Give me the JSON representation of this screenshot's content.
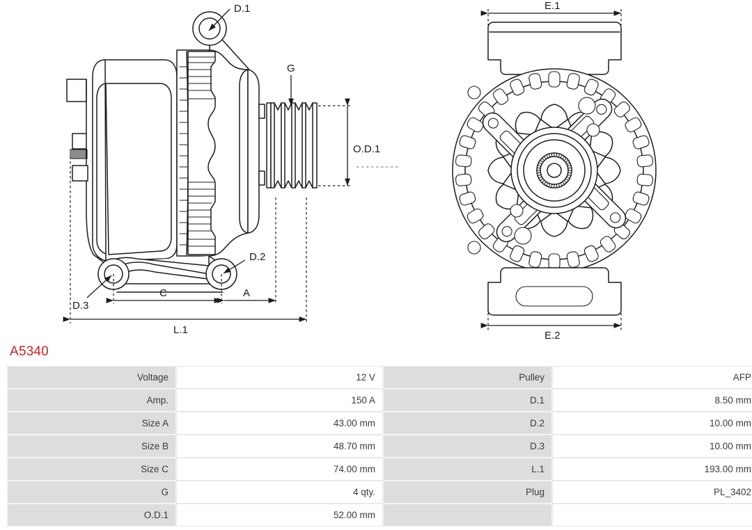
{
  "part": {
    "code": "A5340",
    "code_color": "#c0272d"
  },
  "drawings": {
    "side_view": {
      "name": "alternator-side-view",
      "callouts": [
        {
          "id": "D.1",
          "label": "D.1"
        },
        {
          "id": "G",
          "label": "G"
        },
        {
          "id": "O.D.1",
          "label": "O.D.1"
        },
        {
          "id": "D.2",
          "label": "D.2"
        },
        {
          "id": "D.3",
          "label": "D.3"
        },
        {
          "id": "C",
          "label": "C"
        },
        {
          "id": "A",
          "label": "A"
        },
        {
          "id": "L.1",
          "label": "L.1"
        }
      ]
    },
    "front_view": {
      "name": "alternator-front-view",
      "callouts": [
        {
          "id": "E.1",
          "label": "E.1"
        },
        {
          "id": "E.2",
          "label": "E.2"
        }
      ]
    }
  },
  "spec_table": {
    "rows": [
      {
        "label_left": "Voltage",
        "value_left": "12 V",
        "label_right": "Pulley",
        "value_right": "AFP"
      },
      {
        "label_left": "Amp.",
        "value_left": "150 A",
        "label_right": "D.1",
        "value_right": "8.50 mm"
      },
      {
        "label_left": "Size A",
        "value_left": "43.00 mm",
        "label_right": "D.2",
        "value_right": "10.00 mm"
      },
      {
        "label_left": "Size B",
        "value_left": "48.70 mm",
        "label_right": "D.3",
        "value_right": "10.00 mm"
      },
      {
        "label_left": "Size C",
        "value_left": "74.00 mm",
        "label_right": "L.1",
        "value_right": "193.00 mm"
      },
      {
        "label_left": "G",
        "value_left": "4 qty.",
        "label_right": "Plug",
        "value_right": "PL_3402"
      },
      {
        "label_left": "O.D.1",
        "value_left": "52.00 mm",
        "label_right": "",
        "value_right": ""
      }
    ]
  }
}
